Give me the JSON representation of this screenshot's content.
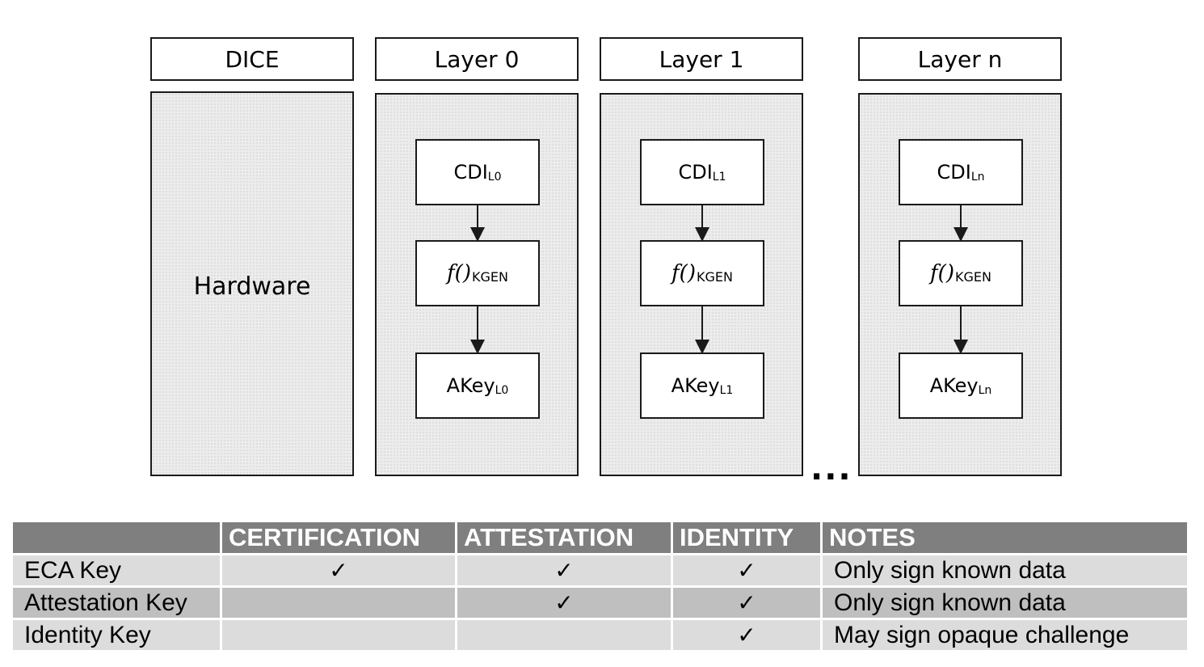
{
  "diagram": {
    "columns": [
      {
        "header": "DICE",
        "body_label": "Hardware"
      },
      {
        "header": "Layer 0",
        "cdi": {
          "base": "CDI",
          "sub": "L0"
        },
        "kgen": {
          "fn": "f()",
          "sub": "KGEN"
        },
        "akey": {
          "base": "AKey",
          "sub": "L0"
        }
      },
      {
        "header": "Layer 1",
        "cdi": {
          "base": "CDI",
          "sub": "L1"
        },
        "kgen": {
          "fn": "f()",
          "sub": "KGEN"
        },
        "akey": {
          "base": "AKey",
          "sub": "L1"
        }
      },
      {
        "header": "Layer n",
        "cdi": {
          "base": "CDI",
          "sub": "Ln"
        },
        "kgen": {
          "fn": "f()",
          "sub": "KGEN"
        },
        "akey": {
          "base": "AKey",
          "sub": "Ln"
        }
      }
    ],
    "ellipsis": "..."
  },
  "table": {
    "headers": [
      "",
      "CERTIFICATION",
      "ATTESTATION",
      "IDENTITY",
      "NOTES"
    ],
    "rows": [
      {
        "key": "ECA Key",
        "certification": "✓",
        "attestation": "✓",
        "identity": "✓",
        "notes": "Only sign known data"
      },
      {
        "key": "Attestation Key",
        "certification": "",
        "attestation": "✓",
        "identity": "✓",
        "notes": "Only sign known data"
      },
      {
        "key": "Identity Key",
        "certification": "",
        "attestation": "",
        "identity": "✓",
        "notes": "May sign opaque challenge"
      }
    ]
  }
}
